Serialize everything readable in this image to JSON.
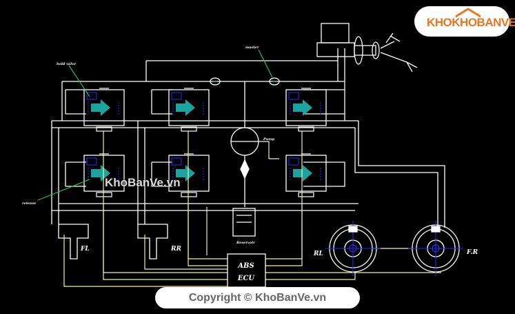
{
  "colors": {
    "background": "#000000",
    "pipe": "#ffffff",
    "signal": "#f7f39a",
    "leader": "#22c04a",
    "valve_fill": "#1aa4a0",
    "valve_outline": "#2b2bff",
    "logo_orange": "#e8761f"
  },
  "labels": {
    "fl": "FL",
    "rr": "RR",
    "rl": "RL",
    "fr": "F.R",
    "ecu_line1": "ABS",
    "ecu_line2": "ECU",
    "reservoir": "Reservoir",
    "pump": "Pump",
    "hold_valve": "hold valve",
    "release_valve": "release",
    "master_cylinder": "master"
  },
  "logo": {
    "text": "KHOKHOBANVE"
  },
  "watermark": {
    "text": "KhoBanVe.vn"
  },
  "copyright": {
    "text": "Copyright © KhoBanVe.vn"
  },
  "icons": {
    "valve": "solenoid-valve-icon",
    "wheel": "wheel-sensor-icon",
    "caliper": "brake-caliper-icon",
    "pump": "pump-icon",
    "pedal": "brake-pedal-icon"
  }
}
